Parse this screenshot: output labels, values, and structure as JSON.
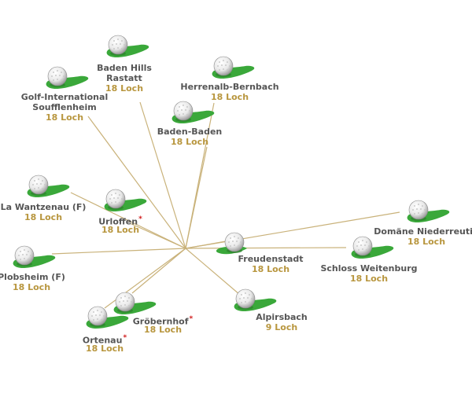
{
  "colors": {
    "line": "#c9b27a",
    "green": "#3aa83a",
    "holes_text": "#b8963e",
    "name_text": "#555555",
    "marker": "#d01818"
  },
  "courses": [
    {
      "id": "baden-hills",
      "name_lines": [
        "Baden Hills",
        "Rastatt"
      ],
      "holes": "18 Loch",
      "marker": false
    },
    {
      "id": "herrenalb",
      "name_lines": [
        "Herrenalb-Bernbach"
      ],
      "holes": "18 Loch",
      "marker": false
    },
    {
      "id": "soufflenheim",
      "name_lines": [
        "Golf-International",
        "Soufflenheim"
      ],
      "holes": "18 Loch",
      "marker": false
    },
    {
      "id": "baden-baden",
      "name_lines": [
        "Baden-Baden"
      ],
      "holes": "18 Loch",
      "marker": false
    },
    {
      "id": "wantzenau",
      "name_lines": [
        "La Wantzenau (F)"
      ],
      "holes": "18 Loch",
      "marker": false
    },
    {
      "id": "urloffen",
      "name_lines": [
        "Urloffen"
      ],
      "holes": "18 Loch",
      "marker": true
    },
    {
      "id": "niederreutin",
      "name_lines": [
        "Domäne Niederreutin"
      ],
      "holes": "18 Loch",
      "marker": false
    },
    {
      "id": "freudenstadt",
      "name_lines": [
        "Freudenstadt"
      ],
      "holes": "18 Loch",
      "marker": false
    },
    {
      "id": "weitenburg",
      "name_lines": [
        "Schloss Weitenburg"
      ],
      "holes": "18 Loch",
      "marker": false
    },
    {
      "id": "plobsheim",
      "name_lines": [
        "Plobsheim (F)"
      ],
      "holes": "18 Loch",
      "marker": false
    },
    {
      "id": "alpirsbach",
      "name_lines": [
        "Alpirsbach"
      ],
      "holes": "9 Loch",
      "marker": false
    },
    {
      "id": "groebernhof",
      "name_lines": [
        "Gröbernhof"
      ],
      "holes": "18 Loch",
      "marker": true
    },
    {
      "id": "ortenau",
      "name_lines": [
        "Ortenau"
      ],
      "holes": "18 Loch",
      "marker": true
    }
  ]
}
